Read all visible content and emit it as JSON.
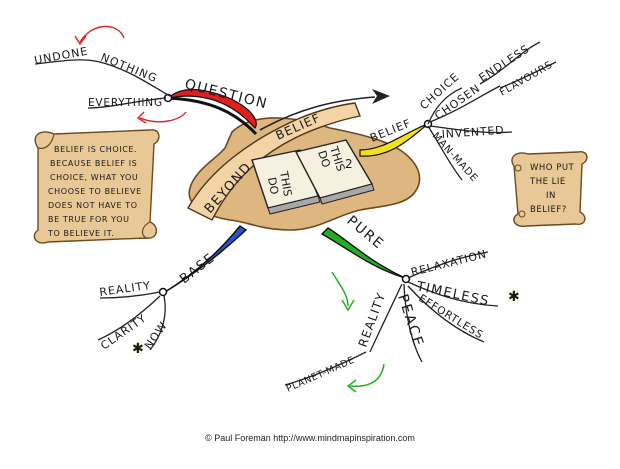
{
  "center": {
    "banner_line1": "BEYOND",
    "banner_line2": "BELIEF",
    "book_left_line1": "DO",
    "book_left_line2": "THIS",
    "book_right_line1": "DO",
    "book_right_line2": "THIS",
    "book_right_line3": "2"
  },
  "branches": {
    "question": {
      "title": "QUESTION",
      "words": [
        "UNDONE",
        "NOTHING",
        "EVERYTHING"
      ],
      "color": "#e02020"
    },
    "belief": {
      "title": "BELIEF",
      "sub1": "CHOICE",
      "sub2": "CHOSEN",
      "sub3": "ENDLESS",
      "sub4": "FLAVOURS",
      "sub5": "INVENTED",
      "sub6": "MAN-MADE",
      "color": "#f2e21a"
    },
    "base": {
      "title": "BASE",
      "words": [
        "REALITY",
        "CLARITY",
        "NOW"
      ],
      "color": "#2a52c9"
    },
    "pure": {
      "title": "PURE",
      "peace": "PEACE",
      "relaxation": "RELAXATION",
      "timeless": "TIMELESS",
      "effortless": "EFFORTLESS",
      "reality": "REALITY",
      "planet_made": "PLANET-MADE",
      "color": "#22b022"
    }
  },
  "scrolls": {
    "left_lines": [
      "BELIEF IS CHOICE.",
      "BECAUSE BELIEF IS",
      "CHOICE, WHAT YOU",
      "CHOOSE TO BELIEVE",
      "DOES NOT HAVE TO",
      "BE TRUE FOR YOU",
      "TO BELIEVE IT."
    ],
    "right_lines": [
      "WHO PUT",
      "THE LIE",
      "IN",
      "BELIEF?"
    ]
  },
  "footer": "© Paul Foreman http://www.mindmapinspiration.com",
  "colors": {
    "parchment": "#e8c896",
    "parchment_edge": "#6b4a22",
    "banner": "#f2d4a6",
    "ink": "#1a1a1a"
  }
}
